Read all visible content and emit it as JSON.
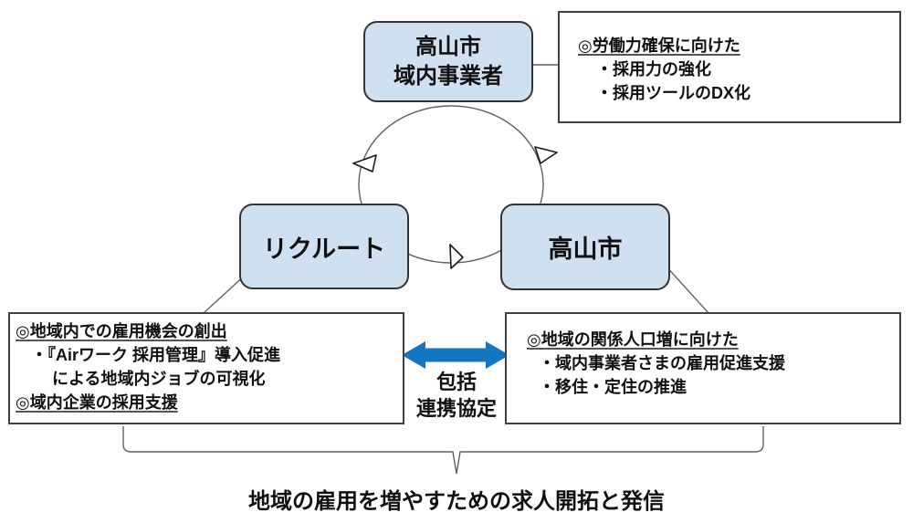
{
  "nodes": {
    "business": {
      "line1": "高山市",
      "line2": "域内事業者"
    },
    "recruit": {
      "label": "リクルート"
    },
    "city": {
      "label": "高山市"
    }
  },
  "notes": {
    "business": {
      "heading": "◎労働力確保に向けた",
      "item1": "・採用力の強化",
      "item2": "・採用ツールのDX化"
    },
    "recruit": {
      "heading1": "◎地域内での雇用機会の創出",
      "item1": "・『Airワーク 採用管理』導入促進",
      "item1_cont": "による地域内ジョブの可視化",
      "heading2": "◎域内企業の採用支援"
    },
    "city": {
      "heading": "◎地域の関係人口増に向けた",
      "item1": "・域内事業者さまの雇用促進支援",
      "item2": "・移住・定住の推進"
    }
  },
  "partnership": {
    "line1": "包括",
    "line2": "連携協定"
  },
  "caption": "地域の雇用を増やすための求人開拓と発信",
  "colors": {
    "node_fill": "#cfe0f0",
    "node_border": "#333333",
    "note_border": "#404040",
    "connector_line": "#606060",
    "double_arrow_blue": "#1276c2",
    "text": "#111111"
  }
}
